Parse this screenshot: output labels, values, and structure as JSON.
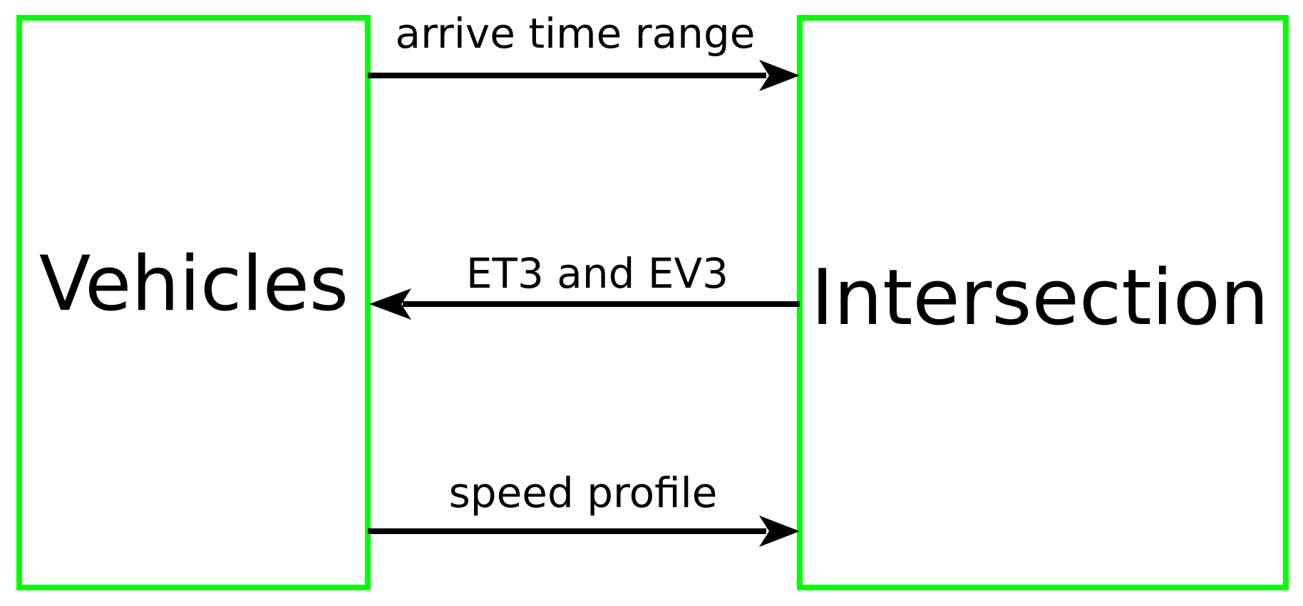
{
  "colors": {
    "box_border": "#00ff00",
    "arrow": "#000000",
    "text": "#000000",
    "background": "#ffffff"
  },
  "nodes": {
    "left": {
      "label": "Vehicles"
    },
    "right": {
      "label": "Intersection"
    }
  },
  "edges": [
    {
      "label": "arrive time range",
      "from": "Vehicles",
      "to": "Intersection"
    },
    {
      "label": "ET3 and EV3",
      "from": "Intersection",
      "to": "Vehicles"
    },
    {
      "label": "speed profile",
      "from": "Vehicles",
      "to": "Intersection"
    }
  ]
}
